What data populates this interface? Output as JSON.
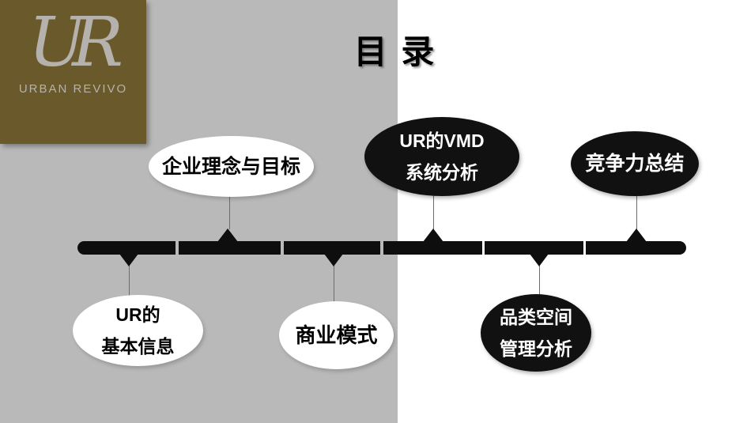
{
  "slide": {
    "title": "目 录"
  },
  "logo": {
    "monogram": "UR",
    "brand": "URBAN REVIVO"
  },
  "colors": {
    "panel_gray": "#b9b9b9",
    "logo_brown": "#6a592b",
    "logo_text": "#b5b2ae",
    "bar_black": "#0e0e0e",
    "ellipse_black": "#111111",
    "ellipse_white": "#ffffff"
  },
  "timeline": {
    "nodes": [
      {
        "lines": [
          "UR的",
          "基本信息"
        ],
        "style": "white",
        "position": "below"
      },
      {
        "lines": [
          "企业理念与目标"
        ],
        "style": "white",
        "position": "above"
      },
      {
        "lines": [
          "商业模式"
        ],
        "style": "white",
        "position": "below"
      },
      {
        "lines": [
          "UR的VMD",
          "系统分析"
        ],
        "style": "black",
        "position": "above"
      },
      {
        "lines": [
          "品类空间",
          "管理分析"
        ],
        "style": "black",
        "position": "below"
      },
      {
        "lines": [
          "竞争力总结"
        ],
        "style": "black",
        "position": "above"
      }
    ]
  }
}
